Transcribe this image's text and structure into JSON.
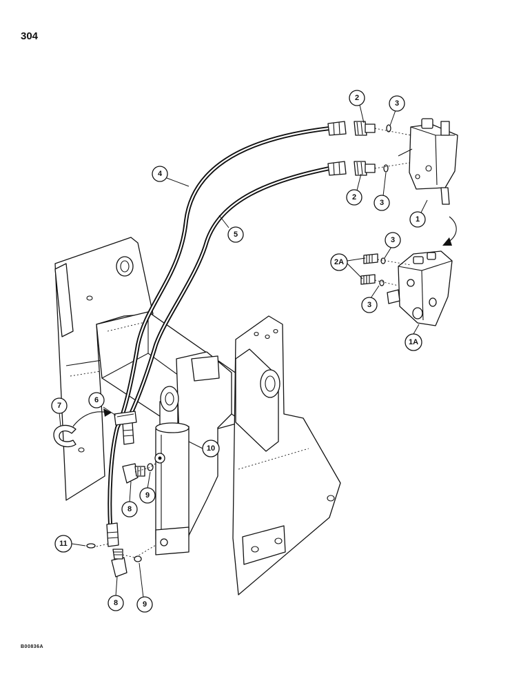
{
  "page_number": "304",
  "figure_code": "B00836A",
  "callouts": [
    {
      "id": "c1",
      "label": "1"
    },
    {
      "id": "c1a",
      "label": "1A"
    },
    {
      "id": "c2a",
      "label": "2"
    },
    {
      "id": "c2b",
      "label": "2"
    },
    {
      "id": "c2A",
      "label": "2A"
    },
    {
      "id": "c3a",
      "label": "3"
    },
    {
      "id": "c3b",
      "label": "3"
    },
    {
      "id": "c3c",
      "label": "3"
    },
    {
      "id": "c3d",
      "label": "3"
    },
    {
      "id": "c4",
      "label": "4"
    },
    {
      "id": "c5",
      "label": "5"
    },
    {
      "id": "c6",
      "label": "6"
    },
    {
      "id": "c7",
      "label": "7"
    },
    {
      "id": "c8a",
      "label": "8"
    },
    {
      "id": "c8b",
      "label": "8"
    },
    {
      "id": "c9a",
      "label": "9"
    },
    {
      "id": "c9b",
      "label": "9"
    },
    {
      "id": "c10",
      "label": "10"
    },
    {
      "id": "c11",
      "label": "11"
    }
  ]
}
